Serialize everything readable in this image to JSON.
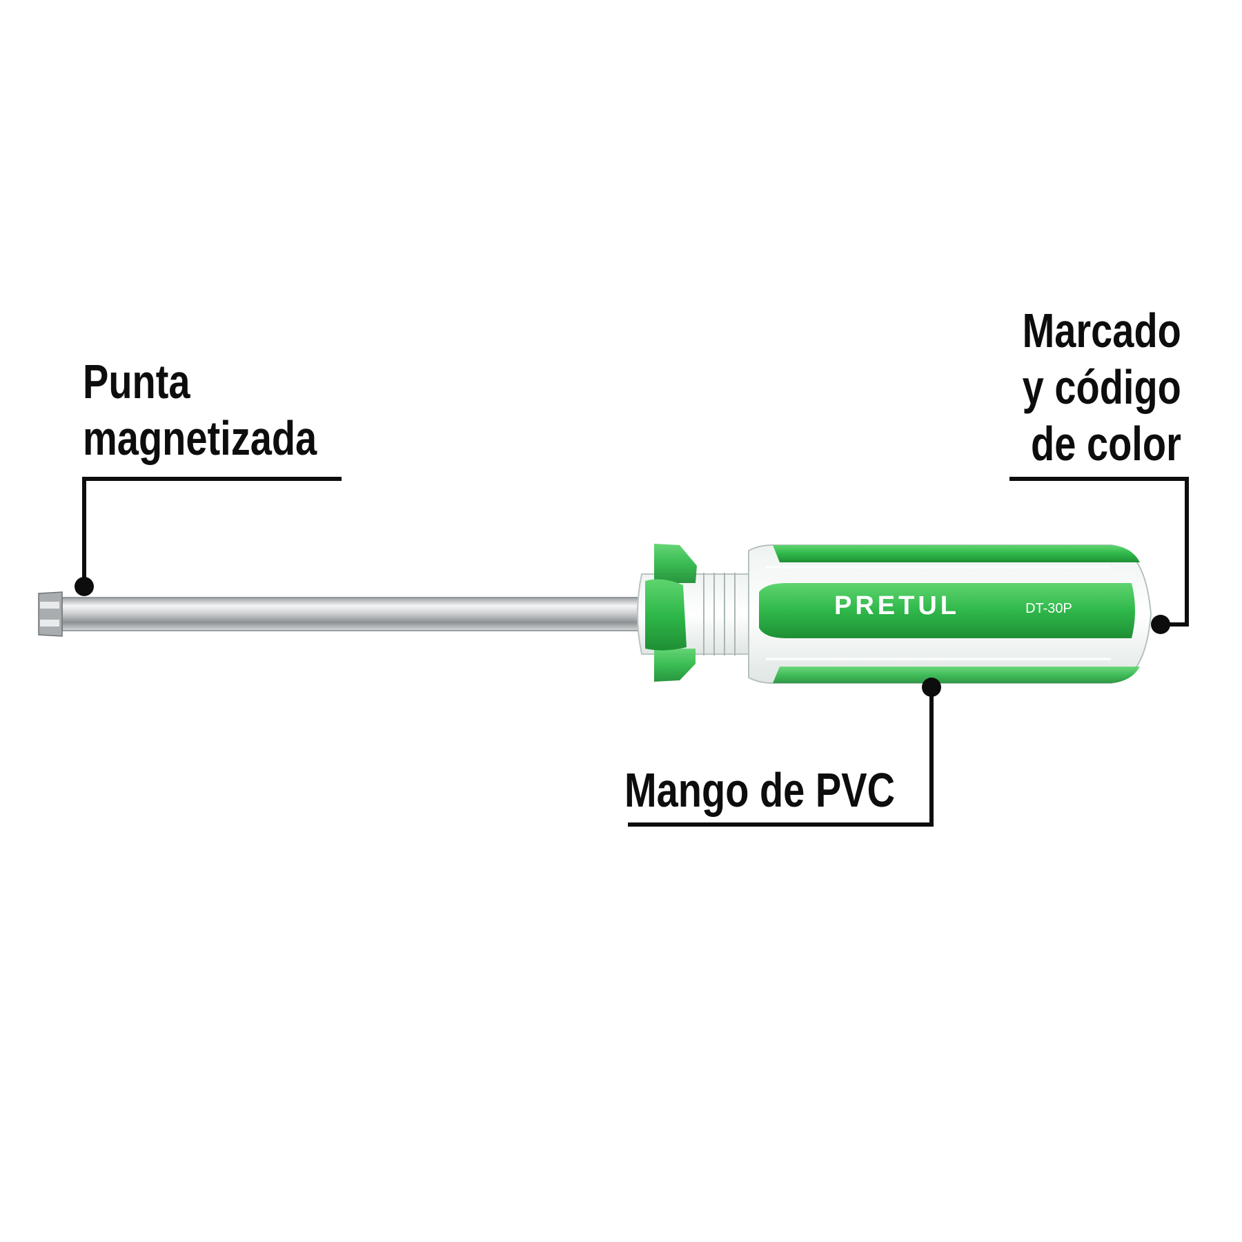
{
  "callouts": {
    "tip": {
      "lines": [
        "Punta",
        "magnetizada"
      ]
    },
    "marking": {
      "lines": [
        "Marcado",
        "y código",
        "de color"
      ]
    },
    "handle": {
      "lines": [
        "Mango de PVC"
      ]
    }
  },
  "product": {
    "brand": "PRETUL",
    "model": "DT-30P"
  },
  "colors": {
    "handle_green": "#2fb84a",
    "handle_green_dark": "#1e8f34",
    "shaft_steel": "#bfc3c6",
    "leader_line": "#0d0d0d"
  }
}
